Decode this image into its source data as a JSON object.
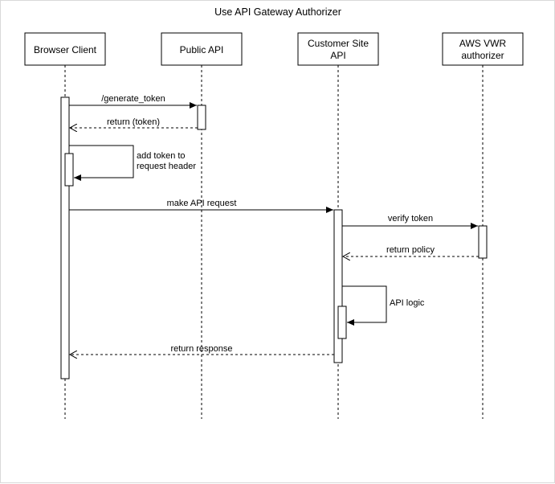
{
  "title": "Use API Gateway Authorizer",
  "participants": {
    "browser": {
      "line1": "Browser Client",
      "line2": ""
    },
    "public_api": {
      "line1": "Public API",
      "line2": ""
    },
    "customer_api": {
      "line1": "Customer Site",
      "line2": "API"
    },
    "vwr_authorizer": {
      "line1": "AWS VWR",
      "line2": "authorizer"
    }
  },
  "messages": {
    "generate_token": "/generate_token",
    "return_token": "return (token)",
    "add_token_line1": "add token to",
    "add_token_line2": "request header",
    "make_api_request": "make API request",
    "verify_token": "verify token",
    "return_policy": "return policy",
    "api_logic": "API logic",
    "return_response": "return response"
  }
}
